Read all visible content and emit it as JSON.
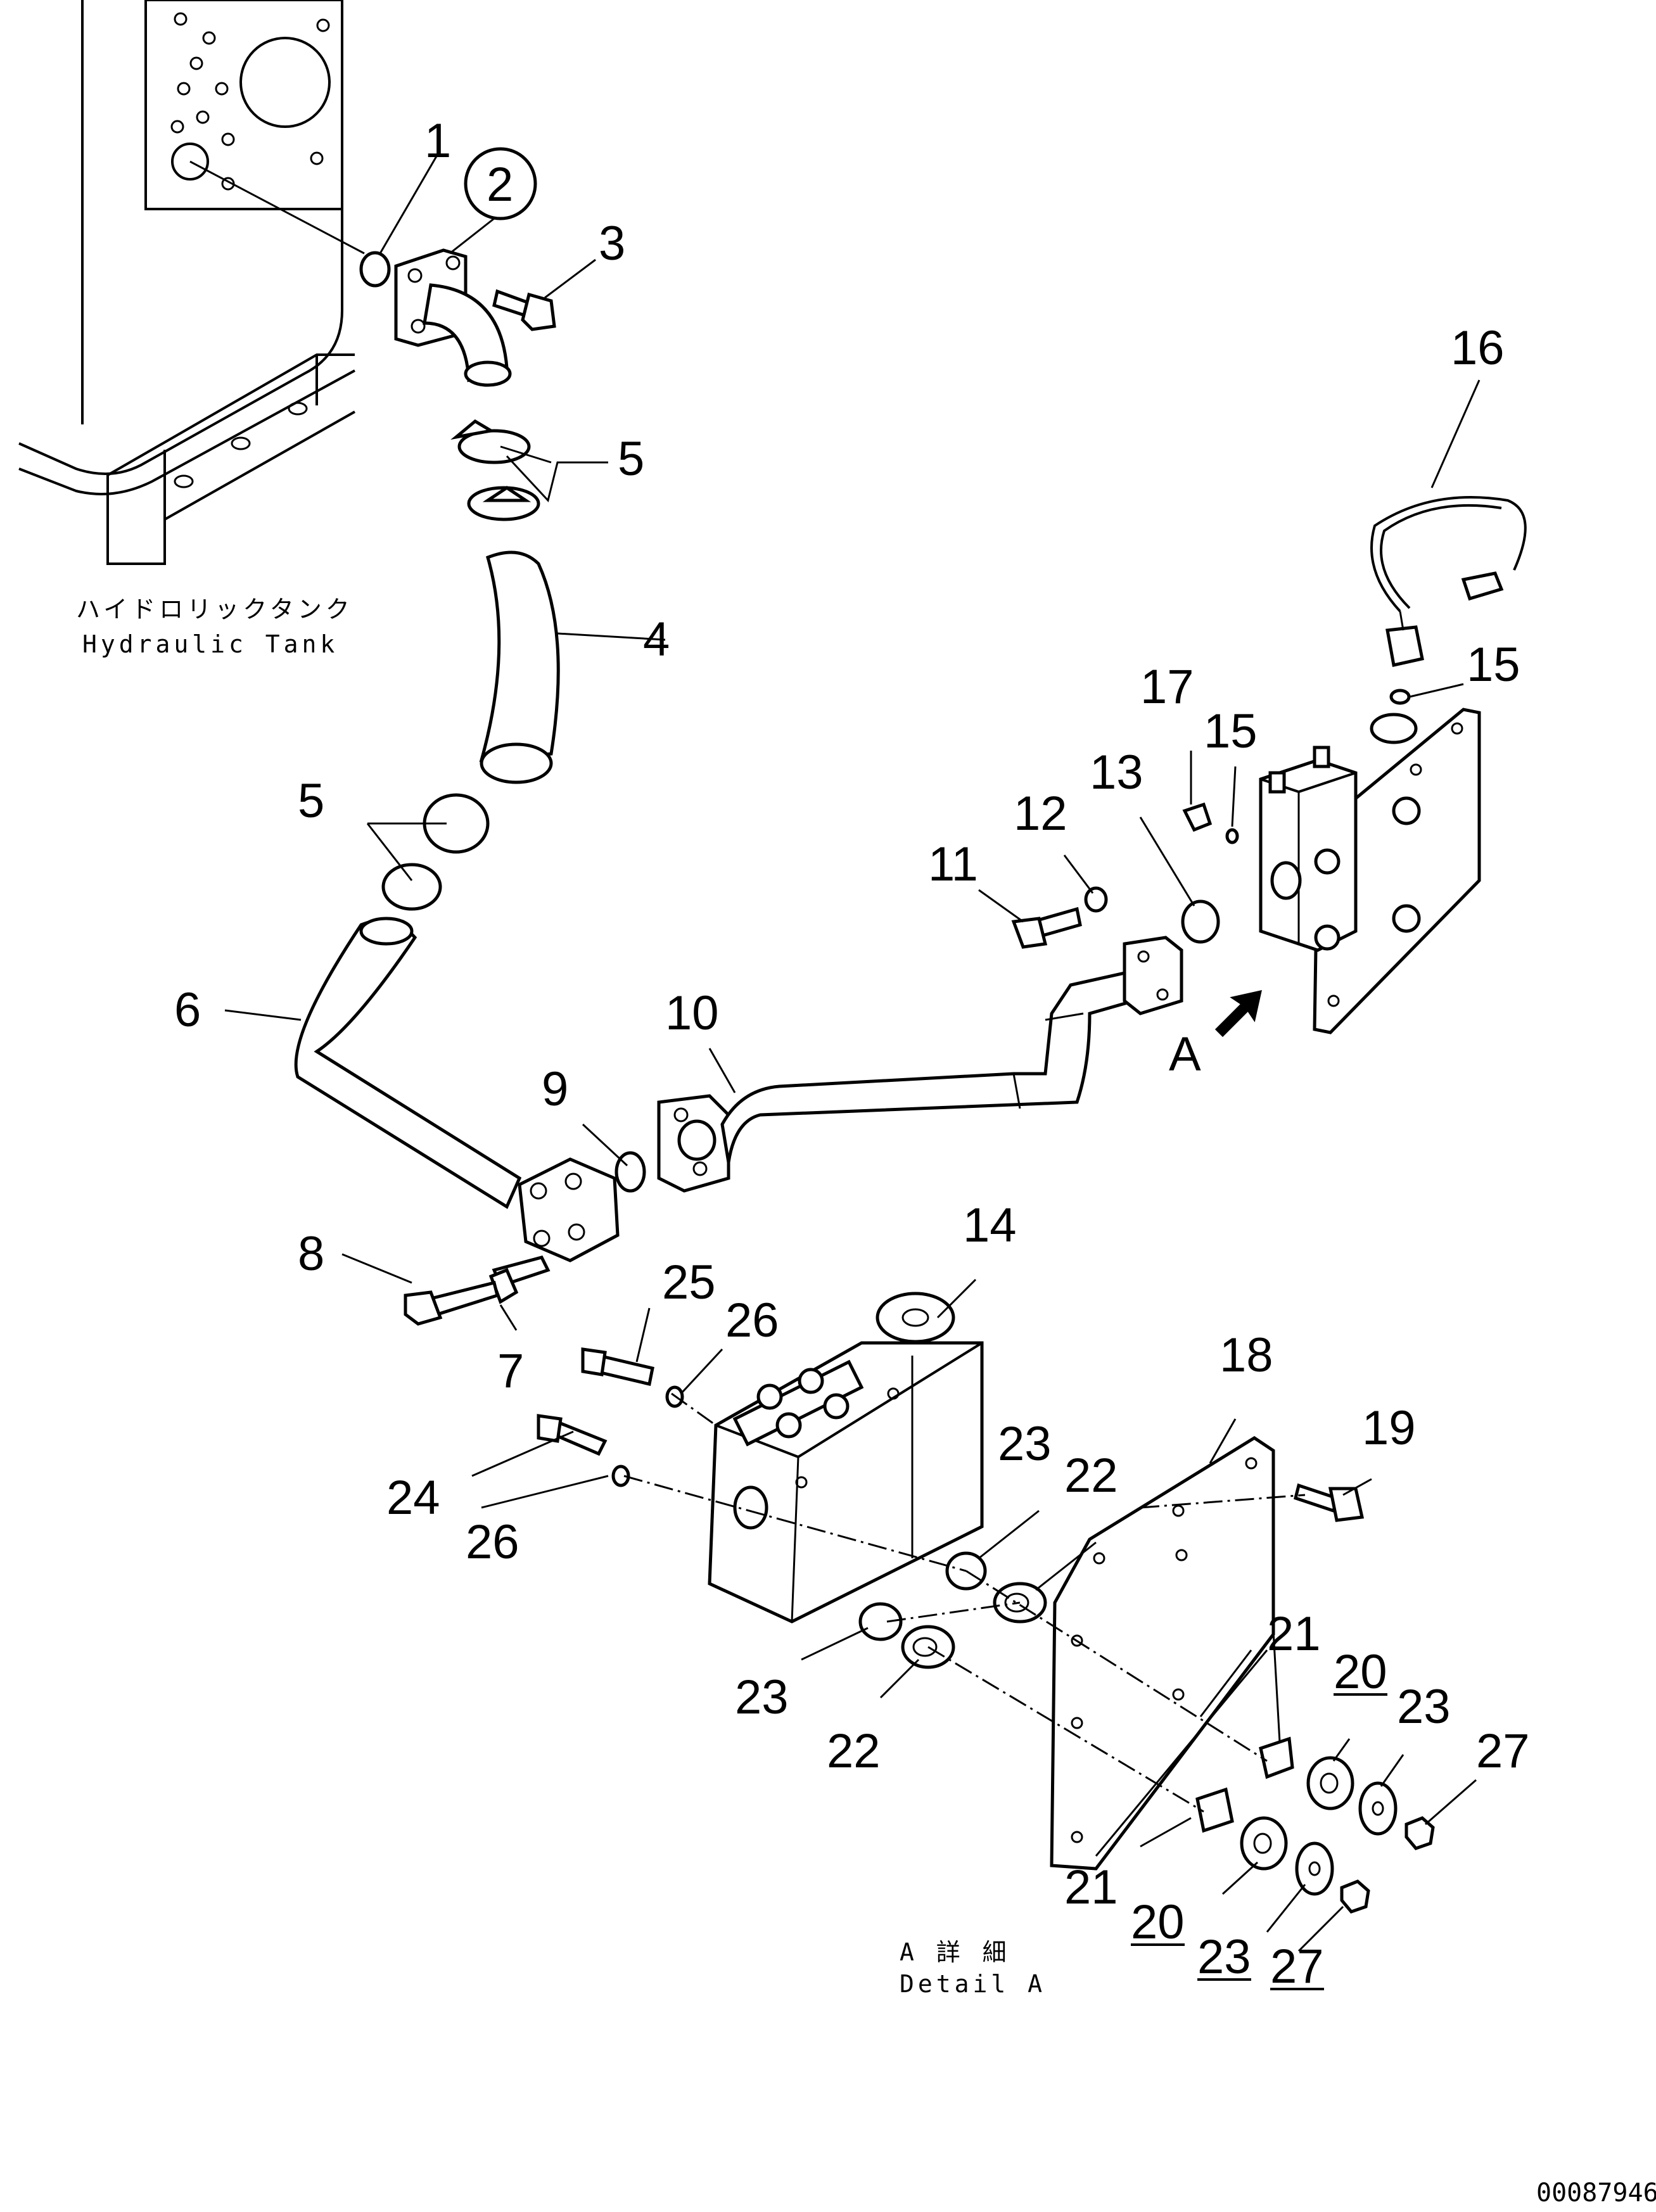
{
  "labels": {
    "tank_jp": "ハイドロリックタンク",
    "tank_en": "Hydraulic Tank",
    "detail_jp": "A 詳 細",
    "detail_en": "Detail A",
    "view_marker": "A",
    "drawing_no": "00087946"
  },
  "callouts": {
    "p1": "1",
    "p2": "2",
    "p3": "3",
    "p4": "4",
    "p5a": "5",
    "p5b": "5",
    "p6": "6",
    "p7": "7",
    "p8": "8",
    "p9": "9",
    "p10": "10",
    "p11": "11",
    "p12": "12",
    "p13": "13",
    "p14": "14",
    "p15a": "15",
    "p15b": "15",
    "p16": "16",
    "p17": "17",
    "p18": "18",
    "p19": "19",
    "p20a": "20",
    "p20b": "20",
    "p21a": "21",
    "p21b": "21",
    "p22a": "22",
    "p22b": "22",
    "p23a": "23",
    "p23b": "23",
    "p23c": "23",
    "p23d": "23",
    "p24": "24",
    "p25": "25",
    "p26a": "26",
    "p26b": "26",
    "p27a": "27",
    "p27b": "27"
  }
}
